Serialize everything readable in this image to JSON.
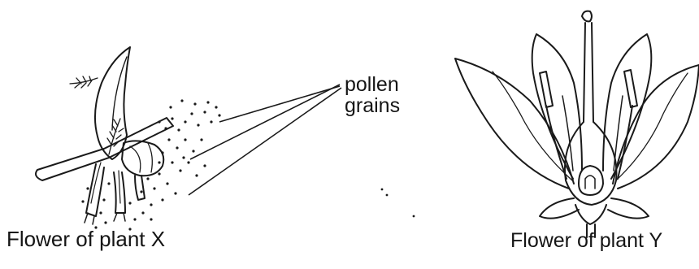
{
  "labels": {
    "pollen_line1": "pollen",
    "pollen_line2": "grains",
    "caption_x": "Flower of plant X",
    "caption_y": "Flower of plant Y"
  },
  "colors": {
    "ink": "#1a1a1a",
    "background": "#ffffff"
  }
}
